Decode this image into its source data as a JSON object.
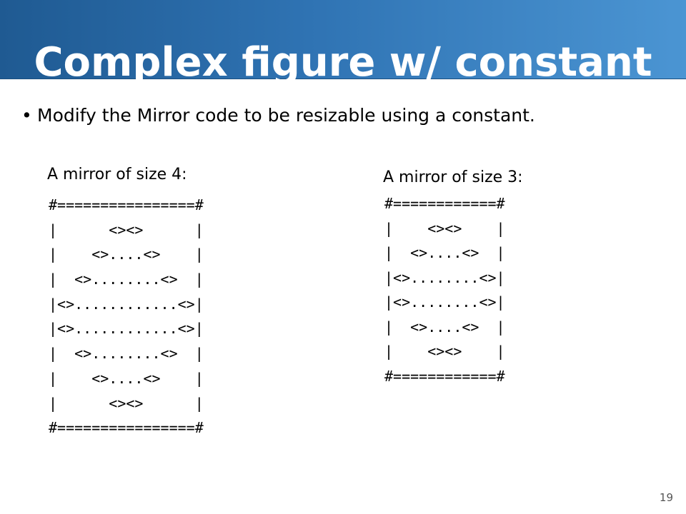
{
  "slide": {
    "title": "Complex figure w/ constant",
    "bullet_symbol": "•",
    "bullet": "Modify the Mirror code to be resizable using a constant.",
    "page_number": "19"
  },
  "left_mirror": {
    "heading": "A mirror of size 4:",
    "lines": [
      "#================#",
      "|      <><>      |",
      "|    <>....<>    |",
      "|  <>........<>  |",
      "|<>............<>|",
      "|<>............<>|",
      "|  <>........<>  |",
      "|    <>....<>    |",
      "|      <><>      |",
      "#================#"
    ]
  },
  "right_mirror": {
    "heading": "A mirror of size 3:",
    "lines": [
      "#============#",
      "|    <><>    |",
      "|  <>....<>  |",
      "|<>........<>|",
      "|<>........<>|",
      "|  <>....<>  |",
      "|    <><>    |",
      "#============#"
    ]
  }
}
